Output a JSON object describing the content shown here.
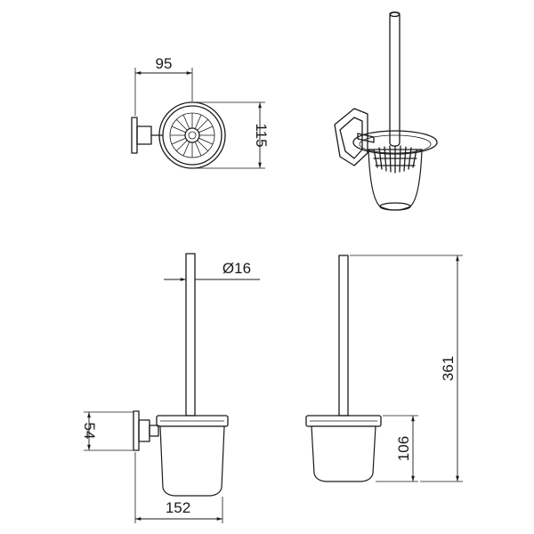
{
  "dimensions": {
    "top_view_width": "95",
    "top_view_height": "115",
    "handle_diameter": "Ø16",
    "holder_height": "54",
    "overall_depth": "152",
    "bowl_height": "106",
    "overall_height": "361"
  }
}
